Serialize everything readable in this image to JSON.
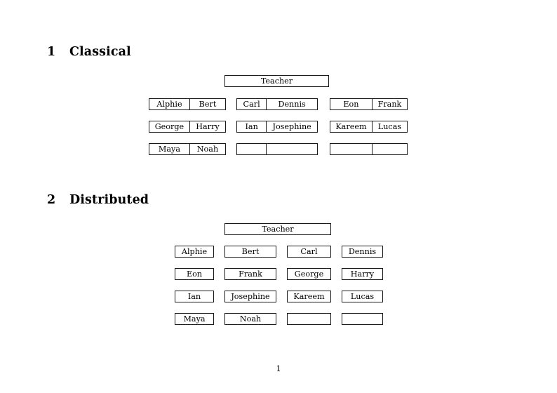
{
  "document": {
    "page_number": "1",
    "sections": [
      {
        "number": "1",
        "title": "Classical",
        "root_label": "Teacher",
        "layout": "three-groups-of-two",
        "groups": [
          {
            "rows": [
              {
                "left": "Alphie",
                "right": "Bert"
              },
              {
                "left": "George",
                "right": "Harry"
              },
              {
                "left": "Maya",
                "right": "Noah"
              }
            ]
          },
          {
            "rows": [
              {
                "left": "Carl",
                "right": "Dennis"
              },
              {
                "left": "Ian",
                "right": "Josephine"
              },
              {
                "left": "",
                "right": ""
              }
            ]
          },
          {
            "rows": [
              {
                "left": "Eon",
                "right": "Frank"
              },
              {
                "left": "Kareem",
                "right": "Lucas"
              },
              {
                "left": "",
                "right": ""
              }
            ]
          }
        ]
      },
      {
        "number": "2",
        "title": "Distributed",
        "root_label": "Teacher",
        "layout": "four-columns",
        "rows": [
          [
            "Alphie",
            "Bert",
            "Carl",
            "Dennis"
          ],
          [
            "Eon",
            "Frank",
            "George",
            "Harry"
          ],
          [
            "Ian",
            "Josephine",
            "Kareem",
            "Lucas"
          ],
          [
            "Maya",
            "Noah",
            "",
            ""
          ]
        ]
      }
    ]
  },
  "colors": {
    "page_background": "#ffffff",
    "text": "#000000",
    "box_border": "#1a1a1a"
  }
}
